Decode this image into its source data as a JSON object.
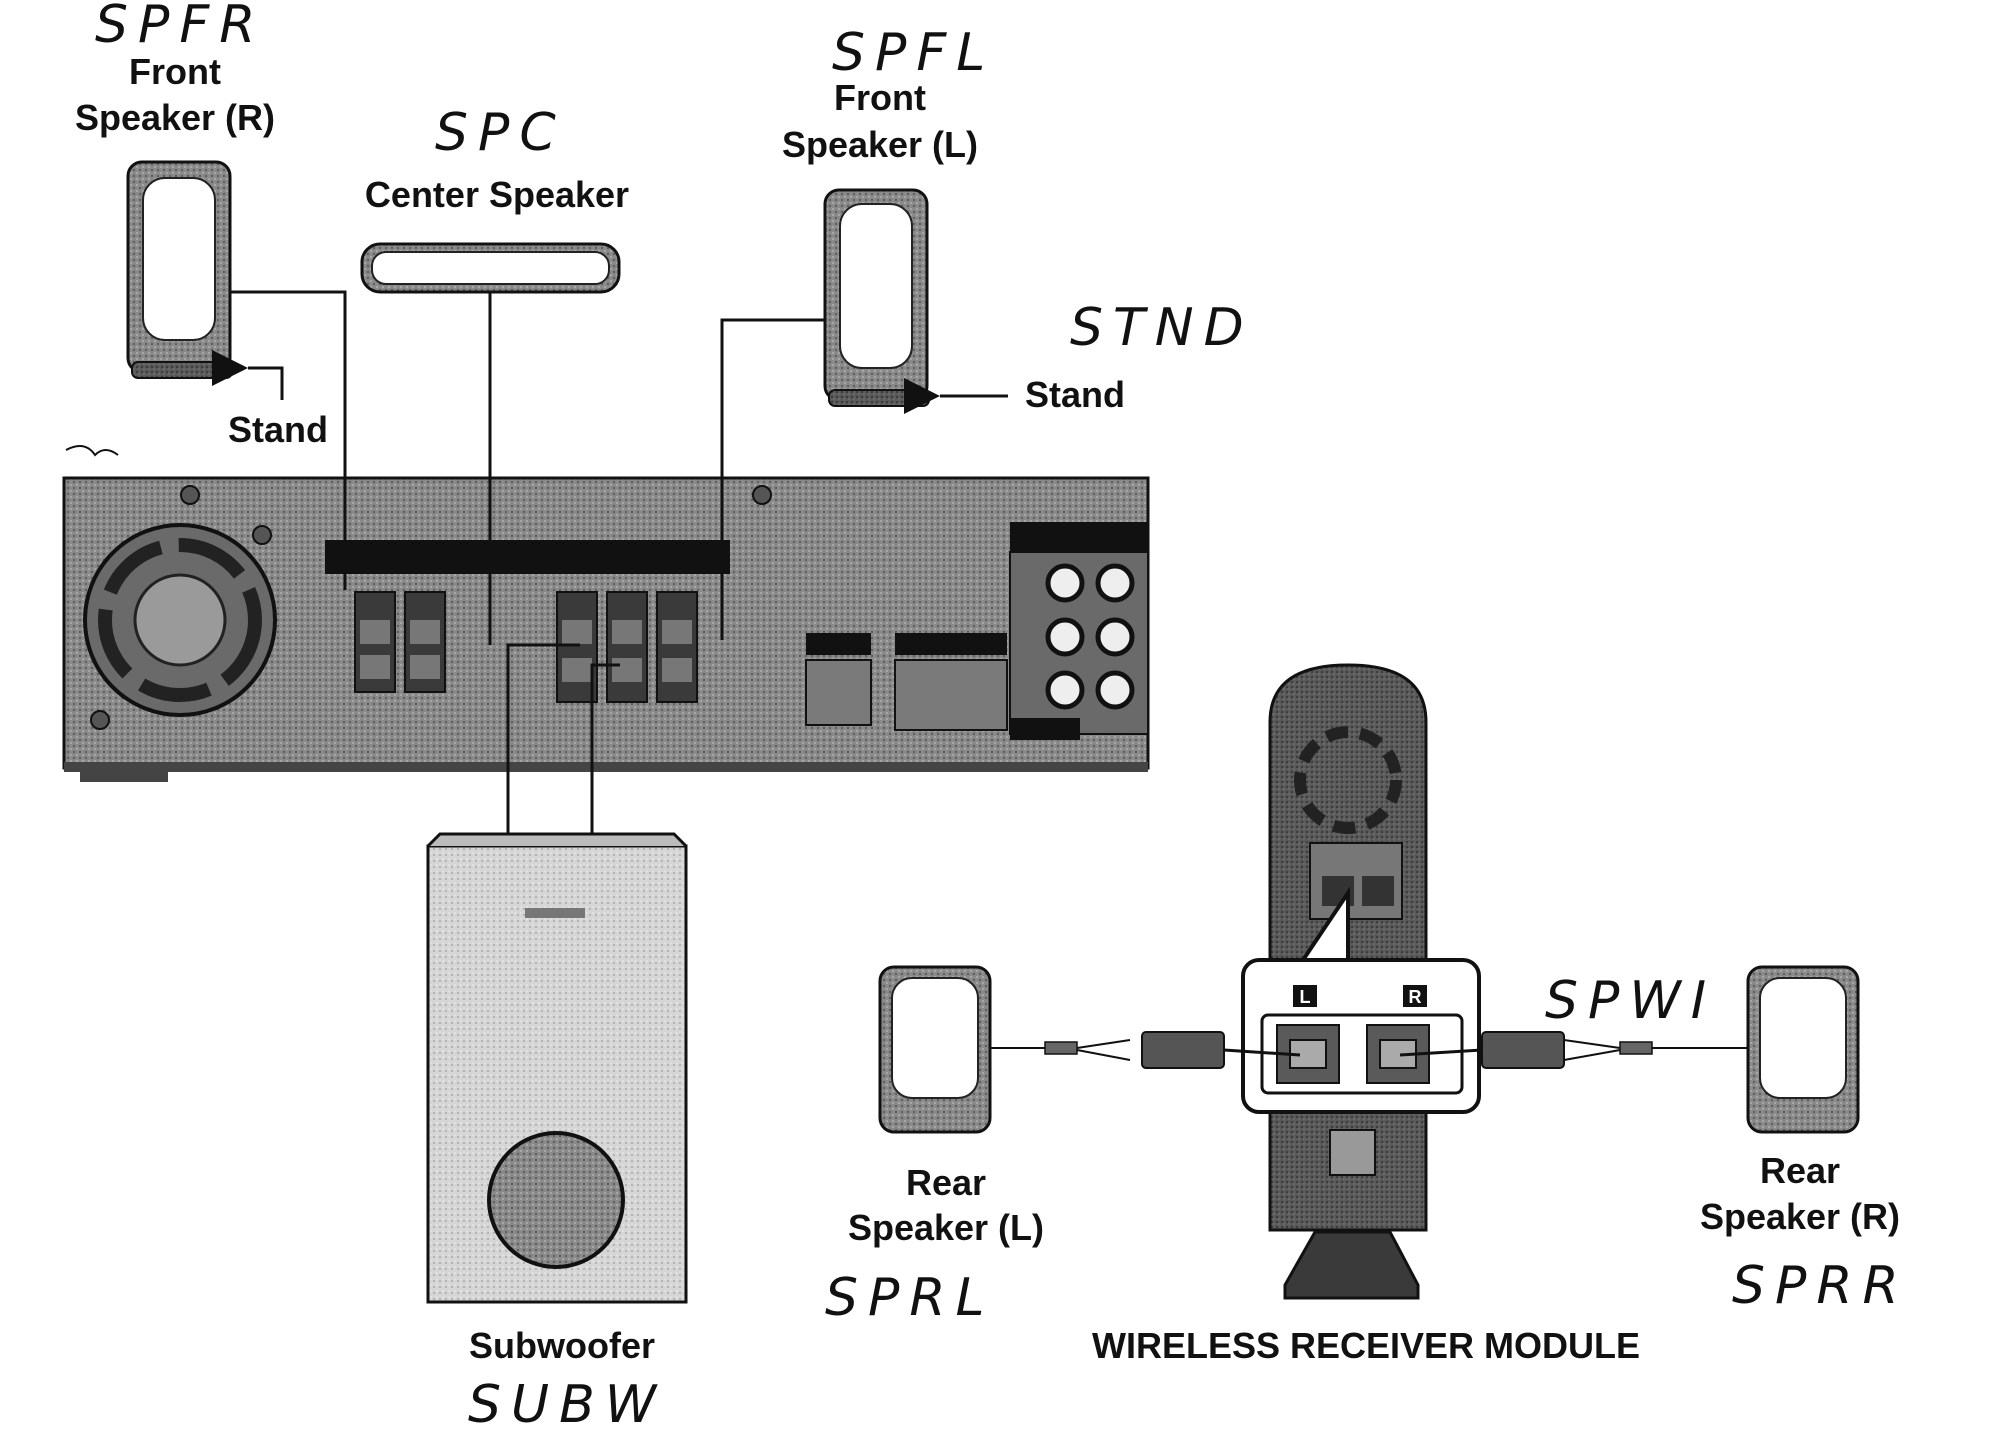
{
  "labels": {
    "front_right": [
      "Front",
      "Speaker (R)"
    ],
    "center": "Center Speaker",
    "front_left": [
      "Front",
      "Speaker (L)"
    ],
    "stand_right": "Stand",
    "stand_left": "Stand",
    "subwoofer": "Subwoofer",
    "rear_left": [
      "Rear",
      "Speaker (L)"
    ],
    "rear_right": [
      "Rear",
      "Speaker (R)"
    ],
    "wireless": "WIRELESS RECEIVER MODULE",
    "port_l": "L",
    "port_r": "R"
  },
  "handwritten": {
    "spfr": "SPFR",
    "spc": "SPC",
    "spfl": "SPFL",
    "stnd": "STND",
    "spwi": "SPWI",
    "sprl": "SPRL",
    "sprr": "SPRR",
    "subw": "SUBW"
  }
}
